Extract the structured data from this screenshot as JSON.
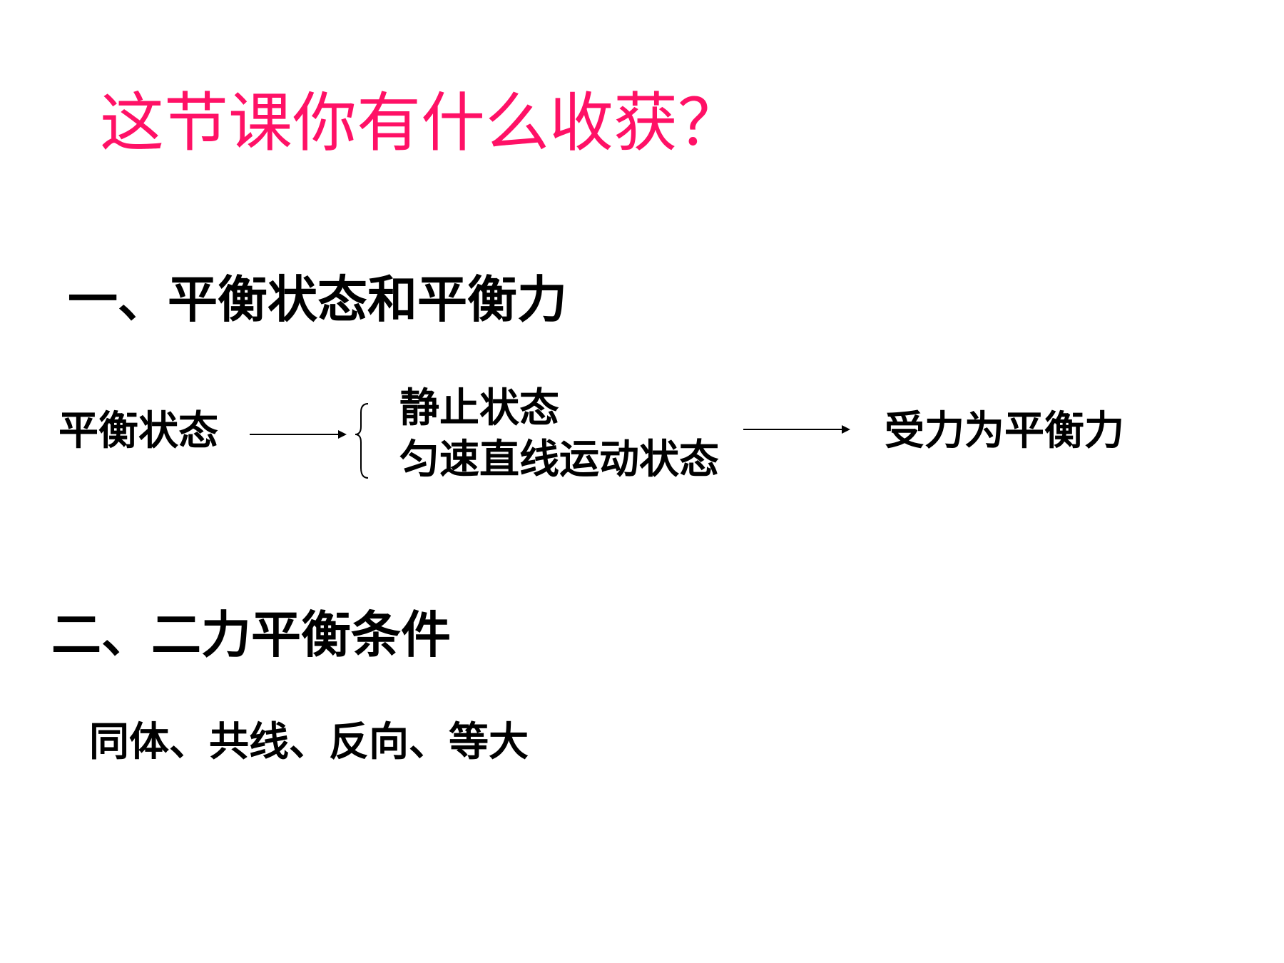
{
  "slide": {
    "title": "这节课你有什么收获？",
    "title_color": "#FF1166",
    "section1": {
      "heading": "一、平衡状态和平衡力",
      "left_term": "平衡状态",
      "branches": [
        "静止状态",
        "匀速直线运动状态"
      ],
      "result": "受力为平衡力"
    },
    "section2": {
      "heading": "二、二力平衡条件",
      "conditions": "同体、共线、反向、等大"
    }
  }
}
